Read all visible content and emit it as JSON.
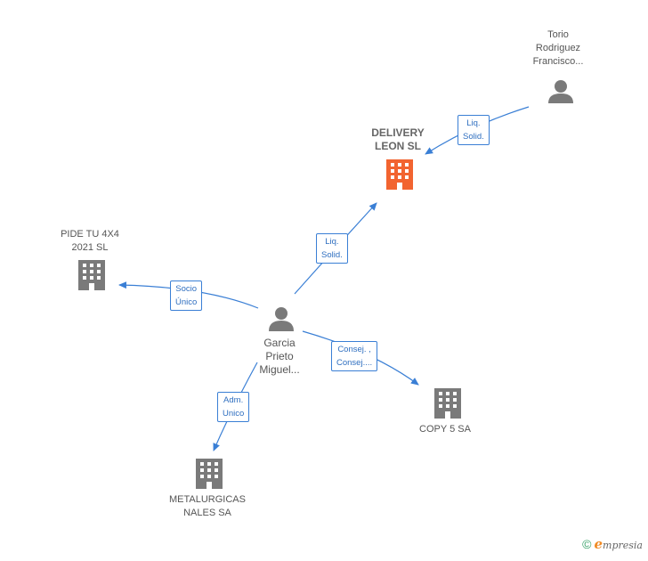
{
  "colors": {
    "edge": "#3a7fd5",
    "company": "#7a7a7a",
    "company_focus": "#f26430",
    "person": "#7a7a7a"
  },
  "nodes": {
    "delivery": {
      "line1": "DELIVERY",
      "line2": "LEON  SL",
      "icon": "building-icon"
    },
    "torio": {
      "line1": "Torio",
      "line2": "Rodriguez",
      "line3": "Francisco...",
      "icon": "person-icon"
    },
    "pide": {
      "line1": "PIDE TU 4X4",
      "line2": "2021  SL",
      "icon": "building-icon"
    },
    "garcia": {
      "line1": "Garcia",
      "line2": "Prieto",
      "line3": "Miguel...",
      "icon": "person-icon"
    },
    "copy5": {
      "line1": "COPY 5 SA",
      "icon": "building-icon"
    },
    "metalurgicas": {
      "line1": "METALURGICAS",
      "line2": "NALES SA",
      "icon": "building-icon"
    }
  },
  "edges": {
    "torio_delivery": {
      "line1": "Liq.",
      "line2": "Solid."
    },
    "garcia_delivery": {
      "line1": "Liq.",
      "line2": "Solid."
    },
    "garcia_pide": {
      "line1": "Socio",
      "line2": "Único"
    },
    "garcia_copy5": {
      "line1": "Consej. ,",
      "line2": "Consej...."
    },
    "garcia_metalurgicas": {
      "line1": "Adm.",
      "line2": "Unico"
    }
  },
  "brand": {
    "copyright": "©",
    "initial": "e",
    "name": "mpresia"
  }
}
